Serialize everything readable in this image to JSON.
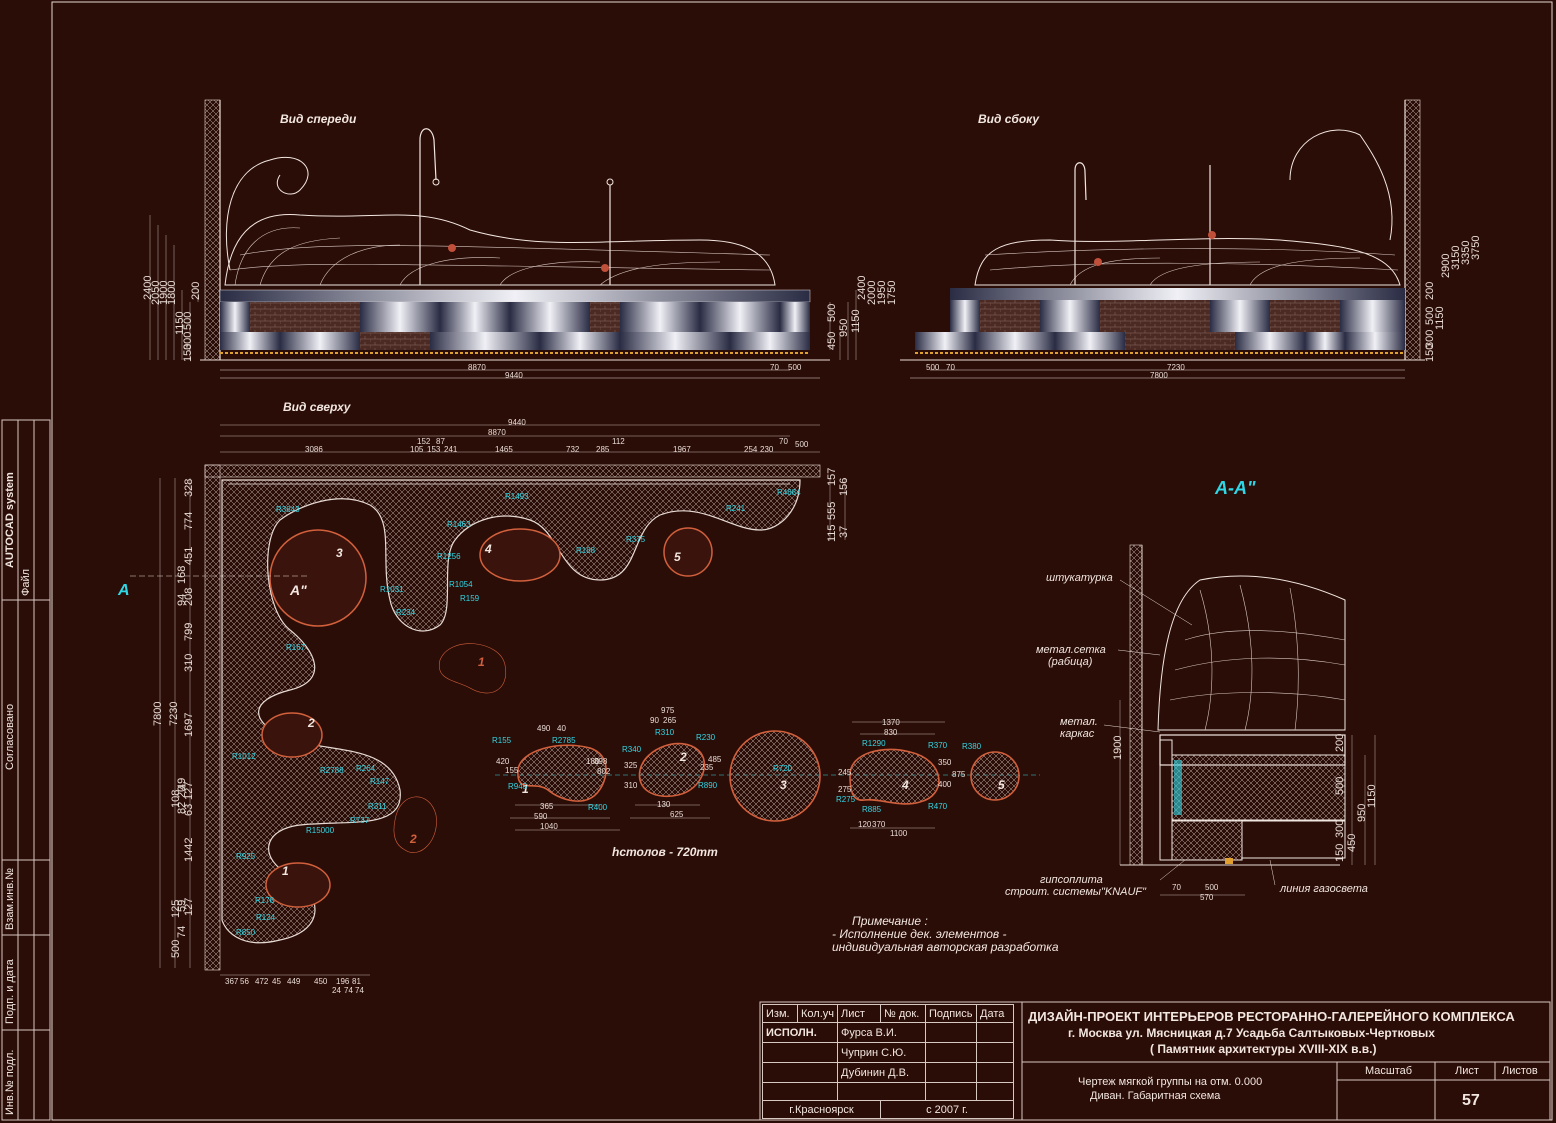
{
  "views": {
    "front": "Вид спереди",
    "side": "Вид сбоку",
    "top": "Вид сверху",
    "section": "А-А\"",
    "section_marker": "А",
    "section_marker2": "А\""
  },
  "front_dims": {
    "height_left": [
      "2400",
      "2050",
      "1900",
      "1800",
      "1150",
      "500",
      "200",
      "300",
      "150"
    ],
    "height_right": [
      "500",
      "450",
      "950",
      "1150"
    ],
    "bottom": [
      "8870",
      "9440",
      "70",
      "500"
    ]
  },
  "side_dims": {
    "height_left": [
      "2400",
      "2000",
      "1950",
      "1750"
    ],
    "height_right": [
      "2900",
      "3150",
      "3350",
      "3750",
      "200",
      "500",
      "1150",
      "300",
      "150"
    ],
    "bottom": [
      "7230",
      "7800",
      "500",
      "70"
    ]
  },
  "top_dims": {
    "top_row1": "9440",
    "top_row2": "8870",
    "top_row3": [
      "3086",
      "152",
      "87",
      "105",
      "153",
      "241",
      "1465",
      "732",
      "112",
      "285",
      "1967",
      "254",
      "230",
      "70",
      "500"
    ],
    "left_col": [
      "328",
      "774",
      "451",
      "168",
      "94",
      "208",
      "799",
      "310",
      "1697",
      "49",
      "20",
      "127",
      "108",
      "82",
      "63",
      "1442",
      "59",
      "127",
      "125",
      "74",
      "500",
      "7230",
      "7800"
    ],
    "right_col": [
      "157",
      "156",
      "555",
      "115",
      "37"
    ],
    "bottom_row": [
      "367",
      "56",
      "472",
      "45",
      "449",
      "450",
      "196",
      "81",
      "24",
      "74",
      "74"
    ],
    "radii": [
      "R3843",
      "R1493",
      "R1463",
      "R1256",
      "R1031",
      "R234",
      "R1054",
      "R159",
      "R4684",
      "R241",
      "R188",
      "R375",
      "R167",
      "R1012",
      "R2788",
      "R264",
      "R147",
      "R311",
      "R737",
      "R15000",
      "R925",
      "R178",
      "R124",
      "R850"
    ]
  },
  "tables_detail": {
    "t1": {
      "num": "1",
      "dims": [
        "490",
        "40",
        "420",
        "155",
        "365",
        "590",
        "1040",
        "180",
        "398",
        "802"
      ],
      "radii": [
        "R155",
        "R2785",
        "R945",
        "R400"
      ]
    },
    "t2": {
      "num": "2",
      "dims": [
        "975",
        "90",
        "265",
        "325",
        "310",
        "235",
        "485",
        "130",
        "625"
      ],
      "radii": [
        "R340",
        "R310",
        "R230",
        "R890"
      ]
    },
    "t3": {
      "num": "3",
      "radii": [
        "R720"
      ]
    },
    "t4": {
      "num": "4",
      "dims": [
        "1370",
        "830",
        "245",
        "275",
        "350",
        "400",
        "875",
        "120",
        "370",
        "1100"
      ],
      "radii": [
        "R1290",
        "R370",
        "R275",
        "R885",
        "R470"
      ]
    },
    "t5": {
      "num": "5",
      "radii": [
        "R380"
      ]
    },
    "height_note": "hстолов - 720mm"
  },
  "section": {
    "labels": [
      "штукатурка",
      "метал.сетка",
      "(рабица)",
      "метал.",
      "каркас",
      "гипсоплита",
      "строит. системы\"KNAUF\"",
      "линия газосвета"
    ],
    "dims_right": [
      "200",
      "500",
      "300",
      "150",
      "950",
      "450",
      "1150"
    ],
    "dims_left": [
      "1900"
    ],
    "dims_bottom": [
      "70",
      "500",
      "570"
    ]
  },
  "note": {
    "title": "Примечание :",
    "line1": "- Исполнение дек. элементов  -",
    "line2": "индивидуальная авторская разработка"
  },
  "left_strip": [
    "AUTOCAD system",
    "Файл",
    "Согласовано",
    "Взам.инв.№",
    "Подп. и дата",
    "Инв.№ подл."
  ],
  "title_block": {
    "headers": [
      "Изм.",
      "Кол.уч",
      "Лист",
      "№ док.",
      "Подпись",
      "Дата"
    ],
    "role": "ИСПОЛН.",
    "people": [
      "Фурса В.И.",
      "Чуприн С.Ю.",
      "Дубинин Д.В."
    ],
    "city": "г.Красноярск",
    "copyright": "с   2007 г.",
    "project_line1": "ДИЗАЙН-ПРОЕКТ ИНТЕРЬЕРОВ РЕСТОРАННО-ГАЛЕРЕЙНОГО КОМПЛЕКСА",
    "project_line2": "г. Москва ул. Мясницкая д.7   Усадьба Салтыковых-Чертковых",
    "project_line3": "( Памятник архитектуры XVIII-XIX в.в.)",
    "sheet_line1": "Чертеж мягкой группы на отм. 0.000",
    "sheet_line2": "Диван. Габаритная схема",
    "scale_h": "Масштаб",
    "sheet_h": "Лист",
    "sheets_h": "Листов",
    "sheet_no": "57"
  },
  "colors": {
    "bg": "#2b0d07",
    "line": "#eadcd6",
    "cyan": "#2fd7e6",
    "accent": "#d2603c"
  }
}
